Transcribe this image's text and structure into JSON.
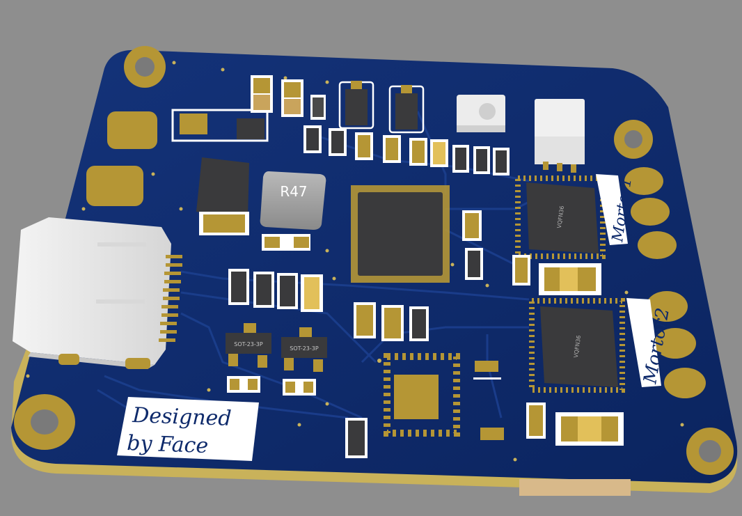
{
  "scene": {
    "background_color": "#8e8e8e",
    "board_color": "#0e2a6b",
    "pad_color": "#b59635",
    "ic_color": "#3a3a3c"
  },
  "silkscreen": {
    "designer_line1": "Designed",
    "designer_line2": "by Face",
    "motor1_label": "Mortor1",
    "motor2_label": "Mortor2"
  },
  "components": {
    "inductor_marking": "R47",
    "driver1_marking": "VQFN36",
    "driver2_marking": "VQFN36",
    "regulator1_marking": "SOT-23-3P",
    "regulator2_marking": "SOT-23-3P"
  }
}
